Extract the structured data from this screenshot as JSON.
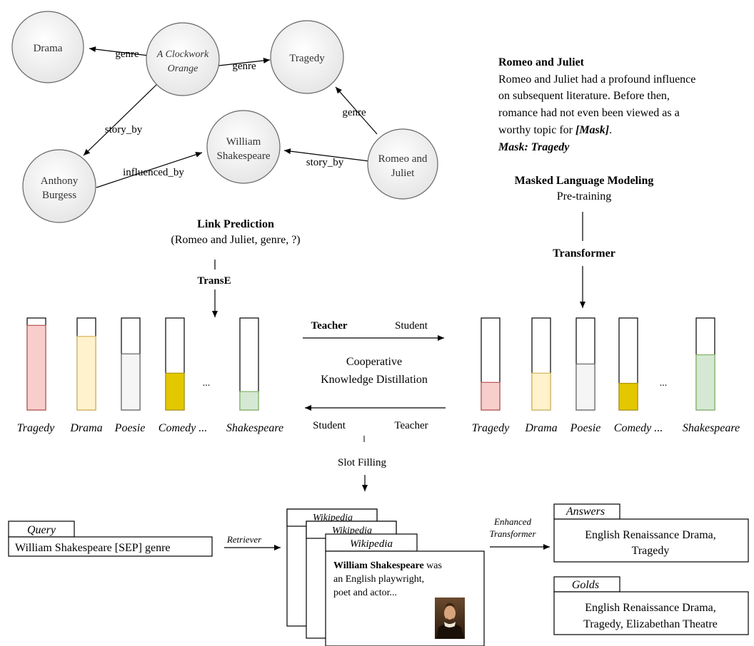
{
  "graph": {
    "nodes": {
      "drama": [
        "Drama"
      ],
      "clockwork": [
        "A Clockwork",
        "Orange"
      ],
      "tragedy": [
        "Tragedy"
      ],
      "shakespeare": [
        "William",
        "Shakespeare"
      ],
      "anthony": [
        "Anthony",
        "Burgess"
      ],
      "romeo": [
        "Romeo and",
        "Juliet"
      ]
    },
    "edges": {
      "genre1": "genre",
      "genre2": "genre",
      "genre3": "genre",
      "story_by1": "story_by",
      "story_by2": "story_by",
      "influenced_by": "influenced_by"
    }
  },
  "link_prediction": {
    "title": "Link Prediction",
    "query": "(Romeo and Juliet, genre, ?)",
    "model": "TransE"
  },
  "mlm": {
    "heading": "Romeo and Juliet",
    "lines": [
      "Romeo and Juliet had a profound influence",
      "on subsequent literature. Before then,",
      "romance had not even been viewed as a"
    ],
    "last_line_prefix": "worthy topic for ",
    "mask_token": "[Mask]",
    "last_line_suffix": ".",
    "mask_answer": "Mask: Tragedy",
    "title": "Masked Language Modeling",
    "subtitle": "Pre-training",
    "model": "Transformer"
  },
  "distillation": {
    "top_left": "Teacher",
    "top_right": "Student",
    "line1": "Cooperative",
    "line2": "Knowledge Distillation",
    "bottom_left": "Student",
    "bottom_right": "Teacher",
    "ellipsis": "...",
    "left_labels": [
      "Tragedy",
      "Drama",
      "Poesie",
      "Comedy ...",
      "Shakespeare"
    ],
    "right_labels": [
      "Tragedy",
      "Drama",
      "Poesie",
      "Comedy ...",
      "Shakespeare"
    ]
  },
  "bar_colors": {
    "tragedy": {
      "fill": "#f8cecc",
      "stroke": "#b85450"
    },
    "drama": {
      "fill": "#fff2cc",
      "stroke": "#d6b656"
    },
    "poesie": {
      "fill": "#f5f5f5",
      "stroke": "#666666"
    },
    "comedy": {
      "fill": "#e3c800",
      "stroke": "#b09500"
    },
    "shakespeare": {
      "fill": "#d5e8d4",
      "stroke": "#82b366"
    }
  },
  "bar_levels": {
    "left": {
      "tragedy": 0.92,
      "drama": 0.8,
      "poesie": 0.61,
      "comedy": 0.4,
      "shakespeare": 0.2
    },
    "right": {
      "tragedy": 0.3,
      "drama": 0.4,
      "poesie": 0.5,
      "comedy": 0.29,
      "shakespeare": 0.6
    }
  },
  "slot_filling": {
    "label": "Slot Filling",
    "query_tab": "Query",
    "query_text": "William Shakespeare [SEP] genre",
    "retriever": "Retriever",
    "wiki_tab": "Wikipedia",
    "wiki_bold": "William Shakespeare",
    "wiki_line1_rest": " was",
    "wiki_line2": "an   English playwright,",
    "wiki_line3": "poet and actor...",
    "enhanced1": "Enhanced",
    "enhanced2": "Transformer",
    "answers_tab": "Answers",
    "answers_line1": "English Renaissance Drama,",
    "answers_line2": "Tragedy",
    "golds_tab": "Golds",
    "golds_line1": "English Renaissance Drama,",
    "golds_line2": "Tragedy, Elizabethan Theatre"
  }
}
